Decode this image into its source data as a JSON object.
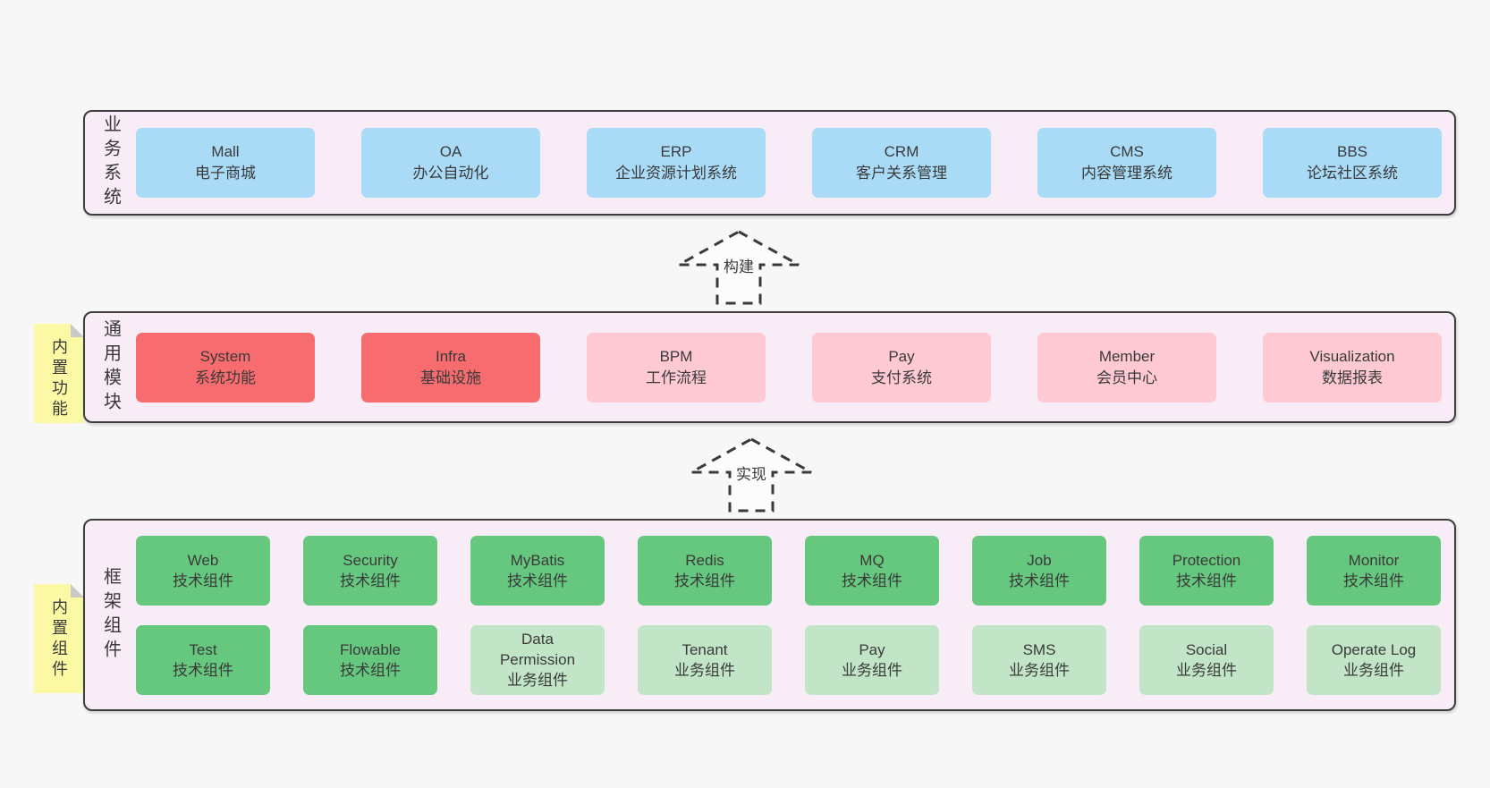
{
  "palette": {
    "page_bg": "#f7f7f7",
    "panel_bg": "#f8edf7",
    "panel_border": "#3e3e3e",
    "box_blue": "#a9dbf7",
    "box_red": "#f76c6e",
    "box_pink": "#fec9d2",
    "box_green": "#66c77e",
    "box_green_light": "#c1e5c6",
    "note_yellow": "#fbf9a3",
    "note_fold_gray": "#c9c9c9",
    "text": "#3a3a3a"
  },
  "arrows": [
    {
      "label": "构建"
    },
    {
      "label": "实现"
    }
  ],
  "sections": [
    {
      "label": "业务系统",
      "boxes": [
        {
          "title": "Mall",
          "subtitle": "电子商城",
          "variant": "blue"
        },
        {
          "title": "OA",
          "subtitle": "办公自动化",
          "variant": "blue"
        },
        {
          "title": "ERP",
          "subtitle": "企业资源计划系统",
          "variant": "blue"
        },
        {
          "title": "CRM",
          "subtitle": "客户关系管理",
          "variant": "blue"
        },
        {
          "title": "CMS",
          "subtitle": "内容管理系统",
          "variant": "blue"
        },
        {
          "title": "BBS",
          "subtitle": "论坛社区系统",
          "variant": "blue"
        }
      ]
    },
    {
      "label": "通用模块",
      "note": "内置功能",
      "boxes": [
        {
          "title": "System",
          "subtitle": "系统功能",
          "variant": "red"
        },
        {
          "title": "Infra",
          "subtitle": "基础设施",
          "variant": "red"
        },
        {
          "title": "BPM",
          "subtitle": "工作流程",
          "variant": "pink"
        },
        {
          "title": "Pay",
          "subtitle": "支付系统",
          "variant": "pink"
        },
        {
          "title": "Member",
          "subtitle": "会员中心",
          "variant": "pink"
        },
        {
          "title": "Visualization",
          "subtitle": "数据报表",
          "variant": "pink"
        }
      ]
    },
    {
      "label": "框架组件",
      "note": "内置组件",
      "rows": [
        [
          {
            "title": "Web",
            "subtitle": "技术组件",
            "variant": "green"
          },
          {
            "title": "Security",
            "subtitle": "技术组件",
            "variant": "green"
          },
          {
            "title": "MyBatis",
            "subtitle": "技术组件",
            "variant": "green"
          },
          {
            "title": "Redis",
            "subtitle": "技术组件",
            "variant": "green"
          },
          {
            "title": "MQ",
            "subtitle": "技术组件",
            "variant": "green"
          },
          {
            "title": "Job",
            "subtitle": "技术组件",
            "variant": "green"
          },
          {
            "title": "Protection",
            "subtitle": "技术组件",
            "variant": "green"
          },
          {
            "title": "Monitor",
            "subtitle": "技术组件",
            "variant": "green"
          }
        ],
        [
          {
            "title": "Test",
            "subtitle": "技术组件",
            "variant": "green"
          },
          {
            "title": "Flowable",
            "subtitle": "技术组件",
            "variant": "green"
          },
          {
            "title": "Data Permission",
            "subtitle": "业务组件",
            "variant": "green-light"
          },
          {
            "title": "Tenant",
            "subtitle": "业务组件",
            "variant": "green-light"
          },
          {
            "title": "Pay",
            "subtitle": "业务组件",
            "variant": "green-light"
          },
          {
            "title": "SMS",
            "subtitle": "业务组件",
            "variant": "green-light"
          },
          {
            "title": "Social",
            "subtitle": "业务组件",
            "variant": "green-light"
          },
          {
            "title": "Operate Log",
            "subtitle": "业务组件",
            "variant": "green-light"
          }
        ]
      ]
    }
  ]
}
